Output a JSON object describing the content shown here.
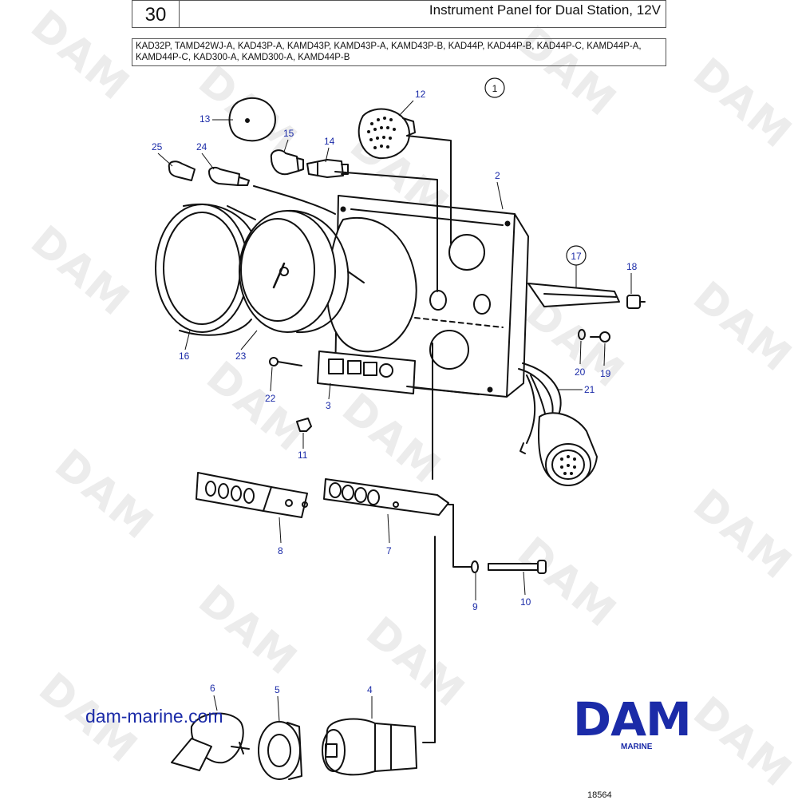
{
  "header": {
    "section_no": "30",
    "title": "Instrument Panel for Dual Station, 12V"
  },
  "models": "KAD32P, TAMD42WJ-A, KAD43P-A, KAMD43P, KAMD43P-A, KAMD43P-B, KAD44P, KAD44P-B, KAD44P-C, KAMD44P-A, KAMD44P-C, KAD300-A, KAMD300-A, KAMD44P-B",
  "watermark_text": "DAM",
  "callouts": {
    "c1": "1",
    "c2": "2",
    "c3": "3",
    "c4": "4",
    "c5": "5",
    "c6": "6",
    "c7": "7",
    "c8": "8",
    "c9": "9",
    "c10": "10",
    "c11": "11",
    "c12": "12",
    "c13": "13",
    "c14": "14",
    "c15": "15",
    "c16": "16",
    "c17": "17",
    "c18": "18",
    "c19": "19",
    "c20": "20",
    "c21": "21",
    "c22": "22",
    "c23": "23",
    "c24": "24",
    "c25": "25"
  },
  "footer": {
    "website": "dam-marine.com",
    "logo_word": "DAM",
    "logo_sub": "MARINE",
    "ref_number": "18564"
  },
  "colors": {
    "callout": "#1b2ba8",
    "brand": "#1b2ba8",
    "watermark": "#ececec"
  }
}
